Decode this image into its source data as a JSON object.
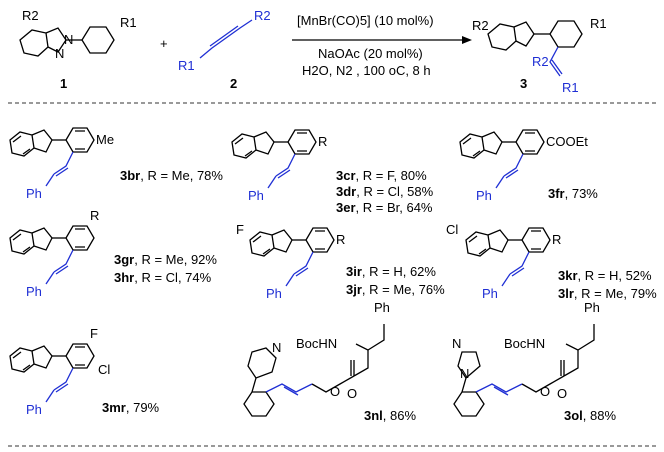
{
  "reaction": {
    "catalyst": "[MnBr(CO)5] (10 mol%)",
    "base": "NaOAc (20 mol%)",
    "conditions": "H2O, N2 , 100 oC, 8 h",
    "compound1": "1",
    "compound2": "2",
    "compound3": "3",
    "plus": "+"
  },
  "substituents": {
    "R1": "R1",
    "R2": "R2",
    "Me": "Me",
    "COOEt": "COOEt",
    "R": "R",
    "F": "F",
    "Cl": "Cl",
    "Ph": "Ph",
    "BocHN": "BocHN",
    "N": "N",
    "O": "O"
  },
  "products": {
    "p3br": {
      "code": "3br",
      "text": ", R = Me, 78%"
    },
    "p3cr": {
      "code": "3cr",
      "text": ", R = F, 80%"
    },
    "p3dr": {
      "code": "3dr",
      "text": ", R = Cl, 58%"
    },
    "p3er": {
      "code": "3er",
      "text": ", R = Br, 64%"
    },
    "p3fr": {
      "code": "3fr",
      "text": ", 73%"
    },
    "p3gr": {
      "code": "3gr",
      "text": ", R = Me, 92%"
    },
    "p3hr": {
      "code": "3hr",
      "text": ", R = Cl, 74%"
    },
    "p3ir": {
      "code": "3ir",
      "text": ", R = H, 62%"
    },
    "p3jr": {
      "code": "3jr",
      "text": ", R = Me, 76%"
    },
    "p3kr": {
      "code": "3kr",
      "text": ", R = H, 52%"
    },
    "p3lr": {
      "code": "3lr",
      "text": ", R = Me, 79%"
    },
    "p3mr": {
      "code": "3mr",
      "text": ", 79%"
    },
    "p3nl": {
      "code": "3nl",
      "text": ", 86%"
    },
    "p3ol": {
      "code": "3ol",
      "text": ", 88%"
    }
  }
}
